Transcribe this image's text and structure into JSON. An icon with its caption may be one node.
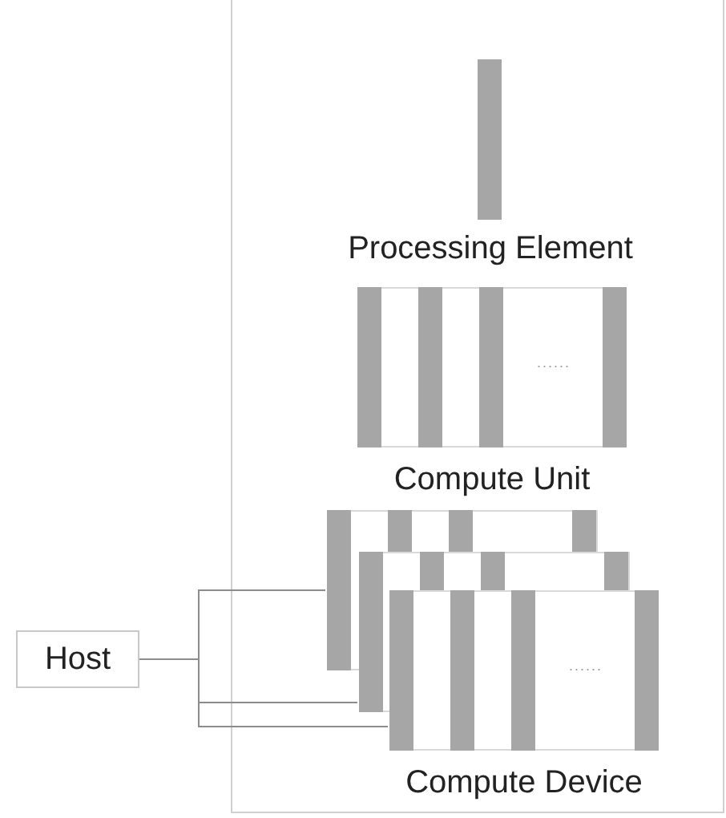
{
  "diagram": {
    "nodes": [
      {
        "text": [],
        "shape": "box"
      },
      {
        "text": [
          "Processing Element"
        ],
        "in": 0
      },
      {
        "text": [
          "Compute Unit"
        ],
        "in": 0
      },
      {
        "text": [],
        "shape": "box",
        "in": 0
      },
      {
        "text": [],
        "shape": "box",
        "in": 0
      },
      {
        "text": [
          "Compute Device"
        ],
        "in": 0
      },
      {
        "text": [
          "Host"
        ]
      }
    ],
    "edges": [
      {
        "from": 6,
        "to": 3,
        "arrow": "none"
      },
      {
        "from": 6,
        "to": 4,
        "arrow": "none"
      },
      {
        "from": 6,
        "to": 5,
        "arrow": "none"
      }
    ],
    "labels": [
      "......",
      "......"
    ]
  }
}
